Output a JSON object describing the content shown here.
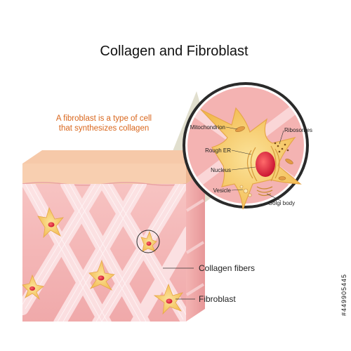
{
  "title": "Collagen and Fibroblast",
  "description_lines": [
    "A fibroblast is a type of cell",
    "that synthesizes collagen"
  ],
  "labels": {
    "collagen_fibers": "Collagen fibers",
    "fibroblast": "Fibroblast"
  },
  "organelles": {
    "mitochondrion": "Mitochondrion",
    "ribosomes": "Ribosomes",
    "rough_er": "Rough ER",
    "nucleus": "Nucleus",
    "vesicle": "Vesicle",
    "golgi_body": "Golgi body"
  },
  "watermark": "#449905445",
  "colors": {
    "title_accent": "#d9661c",
    "tissue": "#f3b2b3",
    "tissue_surface": "#f8c8a8",
    "cell_cytoplasm": "#f6c866",
    "nucleus": "#e02a3c",
    "magnifier_border": "#2a2a2a"
  }
}
